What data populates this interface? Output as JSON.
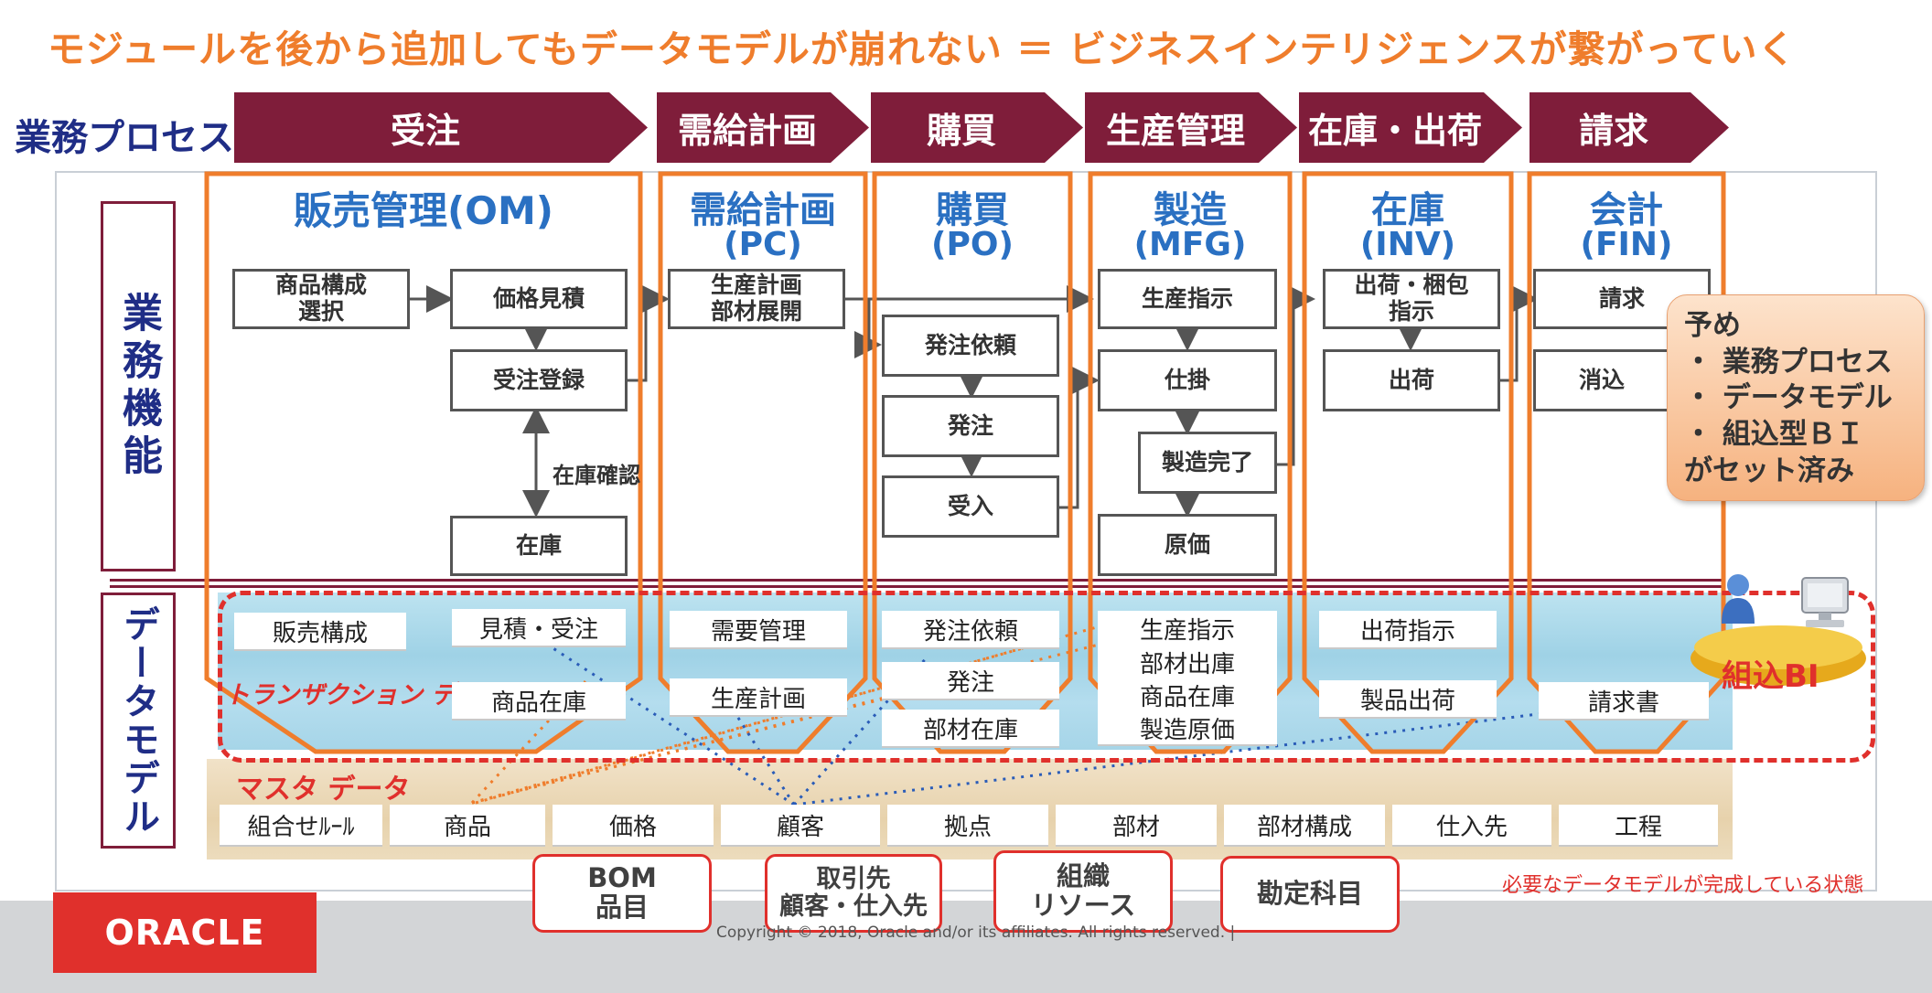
{
  "headline": "モジュールを後から追加してもデータモデルが崩れない ＝ ビジネスインテリジェンスが繋がっていく",
  "process_label": "業務プロセス",
  "process_steps": [
    "受注",
    "需給計画",
    "購買",
    "生産管理",
    "在庫・出荷",
    "請求"
  ],
  "side_labels": {
    "business_function": "業務機能",
    "data_model": "データモデル"
  },
  "modules": [
    {
      "name": "販売管理(OM)"
    },
    {
      "name": "需給計画",
      "code": "(PC)"
    },
    {
      "name": "購買",
      "code": "(PO)"
    },
    {
      "name": "製造",
      "code": "(MFG)"
    },
    {
      "name": "在庫",
      "code": "(INV)"
    },
    {
      "name": "会計",
      "code": "(FIN)"
    }
  ],
  "functions": {
    "om": [
      "商品構成\n選択",
      "価格見積",
      "受注登録",
      "在庫"
    ],
    "om_note": "在庫確認",
    "pc": [
      "生産計画\n部材展開"
    ],
    "po": [
      "発注依頼",
      "発注",
      "受入"
    ],
    "mfg": [
      "生産指示",
      "仕掛",
      "製造完了",
      "原価"
    ],
    "inv": [
      "出荷・梱包\n指示",
      "出荷"
    ],
    "fin": [
      "請求",
      "消込"
    ]
  },
  "transaction": {
    "label": "トランザクション データ",
    "om": [
      "販売構成",
      "見積・受注",
      "商品在庫"
    ],
    "pc": [
      "需要管理",
      "生産計画"
    ],
    "po": [
      "発注依頼",
      "発注",
      "部材在庫"
    ],
    "mfg": [
      "生産指示",
      "部材出庫",
      "商品在庫",
      "製造原価"
    ],
    "inv": [
      "出荷指示",
      "製品出荷"
    ],
    "fin": [
      "請求書"
    ]
  },
  "master": {
    "label": "マスタ データ",
    "items": [
      "組合せﾙｰﾙ",
      "商品",
      "価格",
      "顧客",
      "拠点",
      "部材",
      "部材構成",
      "仕入先",
      "工程"
    ]
  },
  "master_groups": [
    "BOM\n品目",
    "取引先\n顧客・仕入先",
    "組織\nリソース",
    "勘定科目"
  ],
  "callout": {
    "title": "予め",
    "lines": [
      "・ 業務プロセス",
      "・ データモデル",
      "・ 組込型ＢＩ",
      "がセット済み"
    ]
  },
  "bi_label": "組込BI",
  "note": "必要なデータモデルが完成している状態",
  "copyright": "Copyright © 2018, Oracle and/or its affiliates. All rights reserved.  |",
  "logo_text": "ORACLE",
  "colors": {
    "accent_orange": "#ef7d2c",
    "process_maroon": "#7f1d3a",
    "module_blue": "#2a70c2",
    "alert_red": "#e0302c",
    "label_navy": "#1f2d86"
  }
}
